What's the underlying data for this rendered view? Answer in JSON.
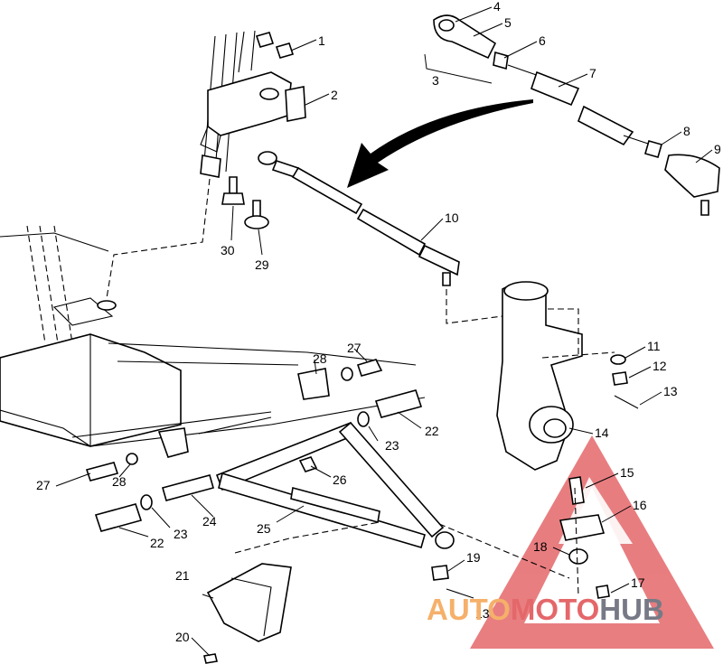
{
  "diagram": {
    "callouts": [
      {
        "label": "1"
      },
      {
        "label": "2"
      },
      {
        "label": "3"
      },
      {
        "label": "4"
      },
      {
        "label": "5"
      },
      {
        "label": "6"
      },
      {
        "label": "7"
      },
      {
        "label": "8"
      },
      {
        "label": "9"
      },
      {
        "label": "10"
      },
      {
        "label": "11"
      },
      {
        "label": "12"
      },
      {
        "label": "13"
      },
      {
        "label": "14"
      },
      {
        "label": "15"
      },
      {
        "label": "16"
      },
      {
        "label": "17"
      },
      {
        "label": "18"
      },
      {
        "label": "19"
      },
      {
        "label": "20"
      },
      {
        "label": "21"
      },
      {
        "label": "22"
      },
      {
        "label": "23"
      },
      {
        "label": "24"
      },
      {
        "label": "25"
      },
      {
        "label": "26"
      },
      {
        "label": "27"
      },
      {
        "label": "28"
      },
      {
        "label": "29"
      },
      {
        "label": "30"
      },
      {
        "label": "27"
      },
      {
        "label": "28"
      },
      {
        "label": "22"
      },
      {
        "label": "23"
      },
      {
        "label": "13"
      }
    ]
  },
  "watermark": {
    "part1": "AUTO",
    "part2": "MOTO",
    "part3": "HUB",
    "colors": {
      "auto": "#f5b06a",
      "moto": "#e4676a",
      "hub": "#777a86",
      "triangle": "#e4676a"
    }
  }
}
